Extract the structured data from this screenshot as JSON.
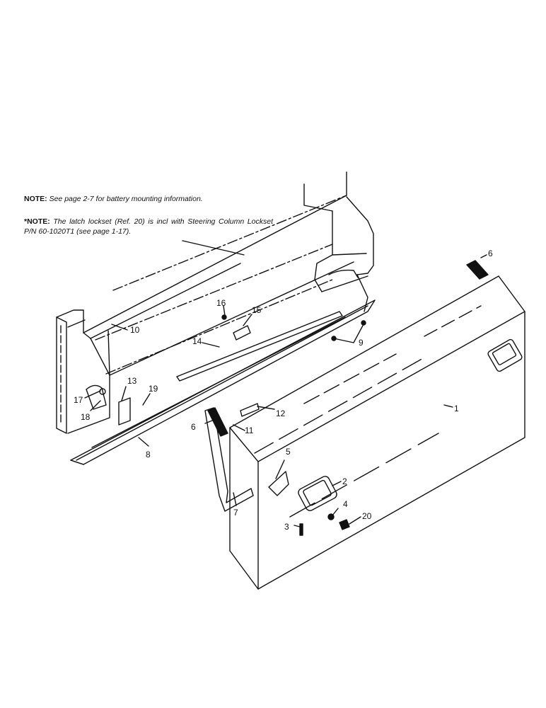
{
  "notes": [
    {
      "prefix": "NOTE:",
      "text": " See page 2-7 for battery mounting information."
    },
    {
      "prefix": "*NOTE:",
      "text": " The latch lockset (Ref. 20) is incl with Steering Column Lockset P/N 60-1020T1 (see page 1-17)."
    }
  ],
  "callouts": [
    "1",
    "2",
    "3",
    "4",
    "5",
    "6",
    "6",
    "7",
    "8",
    "9",
    "10",
    "11",
    "12",
    "13",
    "14",
    "15",
    "16",
    "17",
    "18",
    "19",
    "20"
  ]
}
